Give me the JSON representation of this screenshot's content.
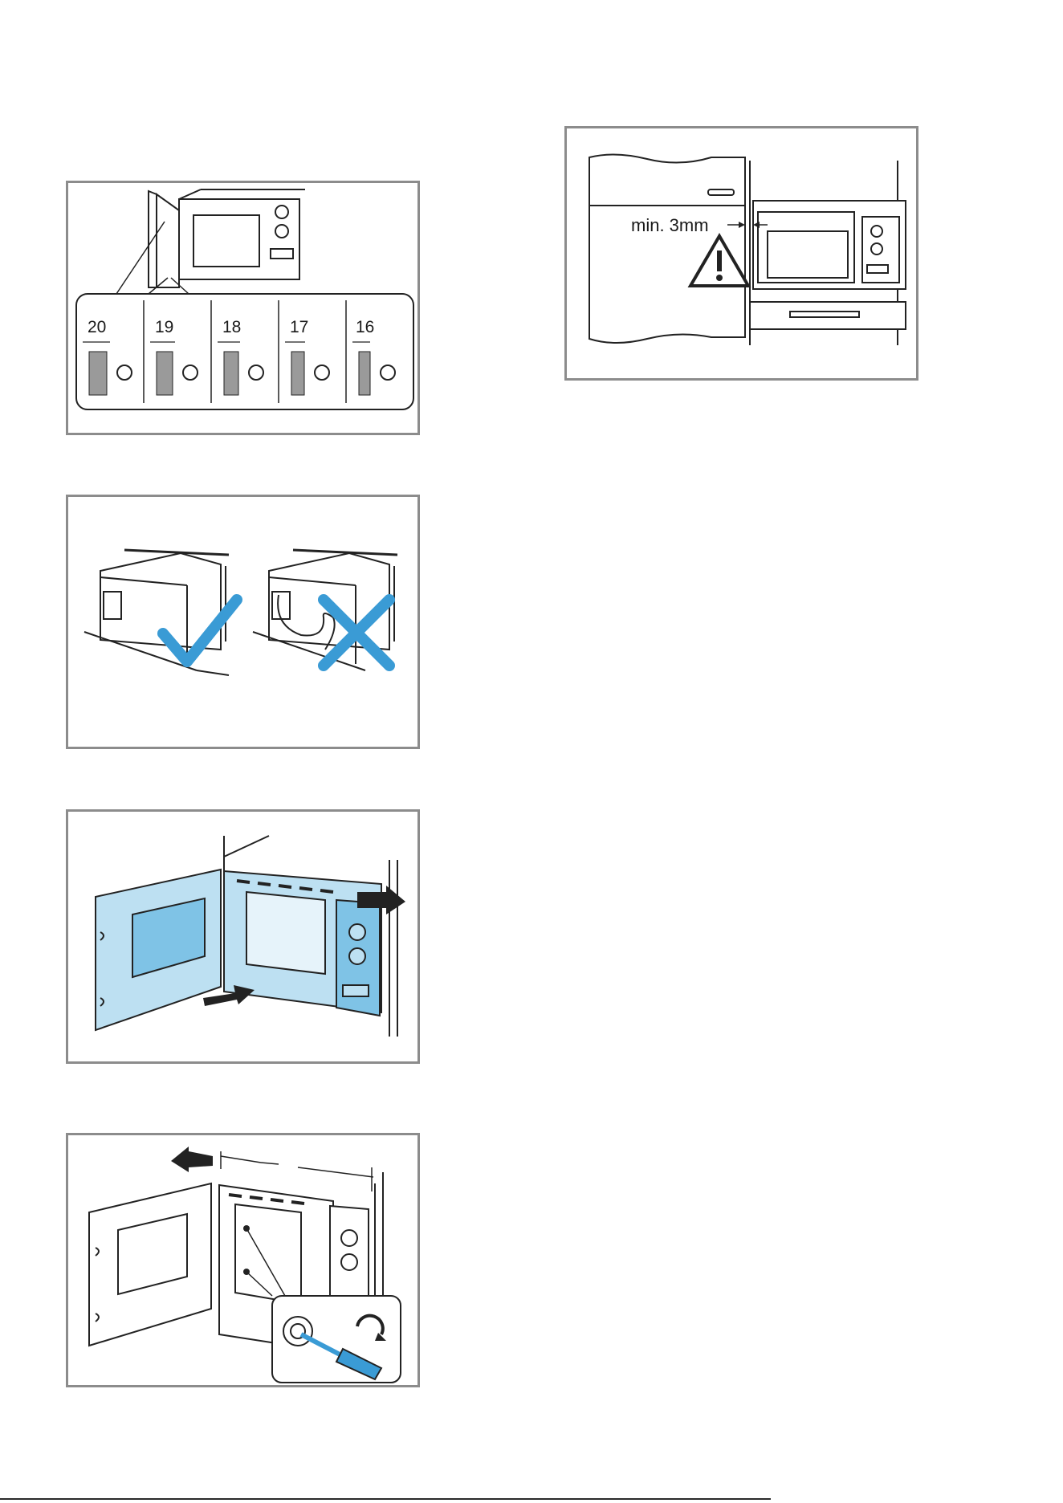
{
  "figures": {
    "spacer_fig": {
      "labels": [
        "20",
        "19",
        "18",
        "17",
        "16"
      ]
    },
    "clearance_fig": {
      "gap_label": "min. 3mm"
    }
  },
  "colors": {
    "frame": "#8c8c8c",
    "accent_blue": "#3a9bd5",
    "light_blue": "#bde0f2"
  }
}
